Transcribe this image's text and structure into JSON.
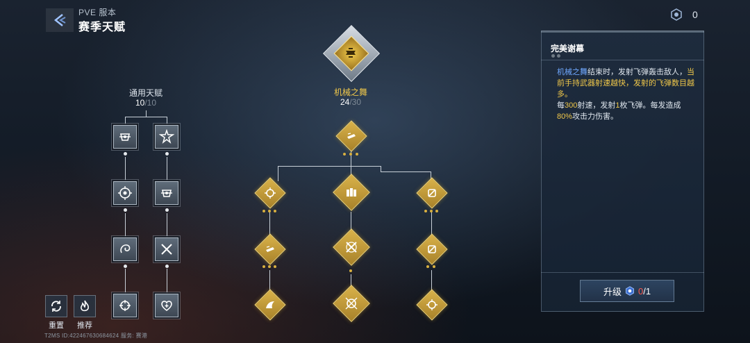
{
  "header": {
    "subtitle": "PVE 服本",
    "title": "赛季天赋"
  },
  "currency": {
    "icon": "talent-point-icon",
    "value": "0"
  },
  "general_talents": {
    "title": "通用天赋",
    "current": "10",
    "max": "/10"
  },
  "mech_dance": {
    "title": "机械之舞",
    "current": "24",
    "max": "/30"
  },
  "panel": {
    "title": "完美谢幕",
    "line1_name": "机械之舞",
    "line1_a": "结束时，发射飞弹轰击敌人，",
    "line1_b": "当前手持武器射速越快，发射的飞弹数目越多。",
    "line2_a": "每",
    "line2_b": "300",
    "line2_c": "射速，发射",
    "line2_d": "1",
    "line2_e": "枚飞弹。每发造成",
    "line3_a": "80%",
    "line3_b": "攻击力伤害。",
    "upgrade_label": "升级",
    "upgrade_current": "0",
    "upgrade_max": "/1"
  },
  "bottom": {
    "reset_label": "重置",
    "recommend_label": "推荐",
    "footer": "T2MS  ID:422467630684624  服务: 赛港"
  },
  "colors": {
    "gold": "#f0c84a",
    "blue_highlight": "#6fa8ff",
    "red": "#ff5a4f"
  }
}
